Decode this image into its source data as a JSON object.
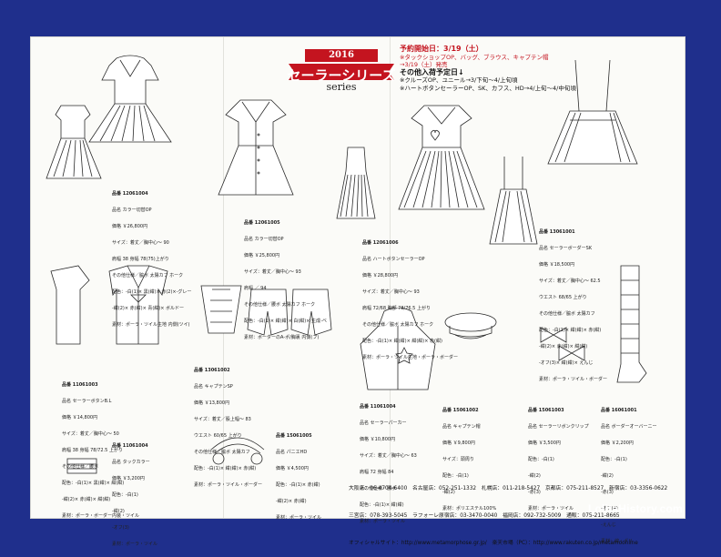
{
  "title": {
    "year": "2016",
    "main": "セーラーシリーズ",
    "sub": "series"
  },
  "announcement": {
    "lines": [
      "予約開始日：3/19（土）",
      "※タックショップOP、バッグ、ブラウス、キャプテン帽",
      "→3/19（土）発売",
      "その他入荷予定日↓",
      "※クルーズOP、ユニール→3/下旬～4/上旬頃",
      "※ハートボタンセーラーOP、SK、カフス、HD→4/上旬～4/中旬頃"
    ]
  },
  "products": [
    {
      "code": "品番 12061004",
      "name": "品名 カラー切替OP",
      "price": "価格 ￥26,800円",
      "lines": [
        "サイズ：着丈／胸中心～ 90",
        "肩幅 38 身幅 78(75)上がり",
        "その他仕様／脇ボ 太陽カフ ホーク",
        "配色：-白(1)× 黒(紺)× 赤(2)×-グレー",
        "-紺(2)× 赤(紺)× 青(紺)× ボルドー",
        "素材：ポーラ・ツイル生地 内側(ツイ)"
      ]
    },
    {
      "code": "品番 12061005",
      "name": "品名 カラー切替OP",
      "price": "価格 ￥25,800円",
      "lines": [
        "サイズ：着丈／胸中心～ 93",
        "肩幅 ／ 94",
        "その他仕様／腰ボ 太陽カフ ホーク",
        "配色：-白(1)× 紺(紺)× 白(紺)× 生成-ベ",
        "素材：ボーダーのA-ポ/胸裏 内側(ブ)"
      ]
    },
    {
      "code": "品番 12061006",
      "name": "品名 ハートボタンセーラーOP",
      "price": "価格 ￥28,800円",
      "lines": [
        "サイズ：着丈／胸中心～ 93",
        "肩幅 72/68 胸部 78/76.5 上がり",
        "その他仕様／脇ボ 太陽カフ ホーク",
        "配色：-白(1)× 紺(紺)× 紺(紺)× 赤(紺)",
        "素材：ポーラ・ツイル生地・ポーラ・ボーダー"
      ]
    },
    {
      "code": "品番 13061001",
      "name": "品名 セーラーボーダーSK",
      "price": "価格 ￥18,500円",
      "lines": [
        "サイズ：着丈／胸中心～ 62.5",
        "ウエスト 68/65 上がり",
        "その他仕様／脇ボ 太陽カフ",
        "配色：-白(1)× 紺(紺)× 赤(紺)",
        "-紺(2)× 赤(紺)× 紺(紺)",
        "-オフ(3)× 紺(紺)× えんじ",
        "素材：ポーラ・ツイル・ボーダー"
      ]
    },
    {
      "code": "品番 11061003",
      "name": "品名 セーラーボタンB.L",
      "price": "価格 ￥14,800円",
      "lines": [
        "サイズ：着丈／胸中心～ 50",
        "肩幅 38 身幅 78/72.5 上がり",
        "その他仕様／腰ボ",
        "配色：-白(1)× 黒(紺)× 紺(紺)",
        "-紺(2)× 赤(紺)× 紺(紺)",
        "素材：ポーラ・ボーダー内装・ツイル"
      ]
    },
    {
      "code": "品番 13061002",
      "name": "品名 キャプテンSP",
      "price": "価格 ￥13,800円",
      "lines": [
        "サイズ：着丈／股上幅～ 83",
        "ウエスト 60/65 上がり",
        "その他仕様／脇ボ 太陽カフ",
        "配色：-白(1)× 紺(紺)× 赤(紺)",
        "素材：ポーラ・ツイル・ボーダー"
      ]
    },
    {
      "code": "品番 11061004",
      "name": "品名 タックカラー",
      "price": "価格 ￥3,200円",
      "lines": [
        "配色：-白(1)",
        "-紺(2)",
        "-オフ(3)",
        "素材：ポーラ・ツイル"
      ]
    },
    {
      "code": "品番 15061005",
      "name": "品名 パニエHD",
      "price": "価格 ￥4,500円",
      "lines": [
        "配色：-白(1)× 赤(紺)",
        "-紺(2)× 赤(紺)",
        "素材：ポーラ・ツイル"
      ]
    },
    {
      "code": "品番 11061004",
      "name": "品名 セーラーパーカー",
      "price": "価格 ￥10,800円",
      "lines": [
        "サイズ：着丈／胸中心～ 63",
        "肩幅 72 身幅 84",
        "その他仕様／腰ボ",
        "配色：-白(1)× 紺(紺)",
        "素材：ポーラ・ツイル"
      ]
    },
    {
      "code": "品番 15061002",
      "name": "品名 キャプテン帽",
      "price": "価格 ￥9,800円",
      "lines": [
        "サイズ：頭周り",
        "配色：-白(1)",
        "-紺(2)",
        "素材：ポリエステル100%"
      ]
    },
    {
      "code": "品番 15061003",
      "name": "品名 セーラーリボンクリップ",
      "price": "価格 ￥3,500円",
      "lines": [
        "配色：-白(1)",
        "-紺(2)",
        "-赤(3)",
        "素材：ポーラ・ツイル"
      ]
    },
    {
      "code": "品番 16061001",
      "name": "品名 ボーダーオーバーニー",
      "price": "価格 ￥2,200円",
      "lines": [
        "配色：-白(1)",
        "-紺(2)",
        "-赤(3)",
        "-オフ(4)",
        "-えんじ",
        "素材：綿・ポリ"
      ]
    }
  ],
  "footer": {
    "line1": "大阪店：06-4704-6400　名古屋店：052-251-1332　札幌店：011-218-5427　京都店：075-211-8527　新宿店：03-3356-0622",
    "line2": "三宮店：078-393-5045　ラフォーレ原宿店：03-3470-0040　福岡店：092-732-5009　通販：075-211-8665",
    "line3": "オフィシャルサイト：http://www.metamorphose.gr.jp/　楽天市場（PC）：http://www.rakuten.co.jp/metamoonline"
  },
  "watermark": "LolitaHistory.com",
  "colors": {
    "frame": "#1f2f8c",
    "banner": "#c4141f",
    "paper": "#fbfbf8",
    "ink": "#2a2a2a"
  }
}
